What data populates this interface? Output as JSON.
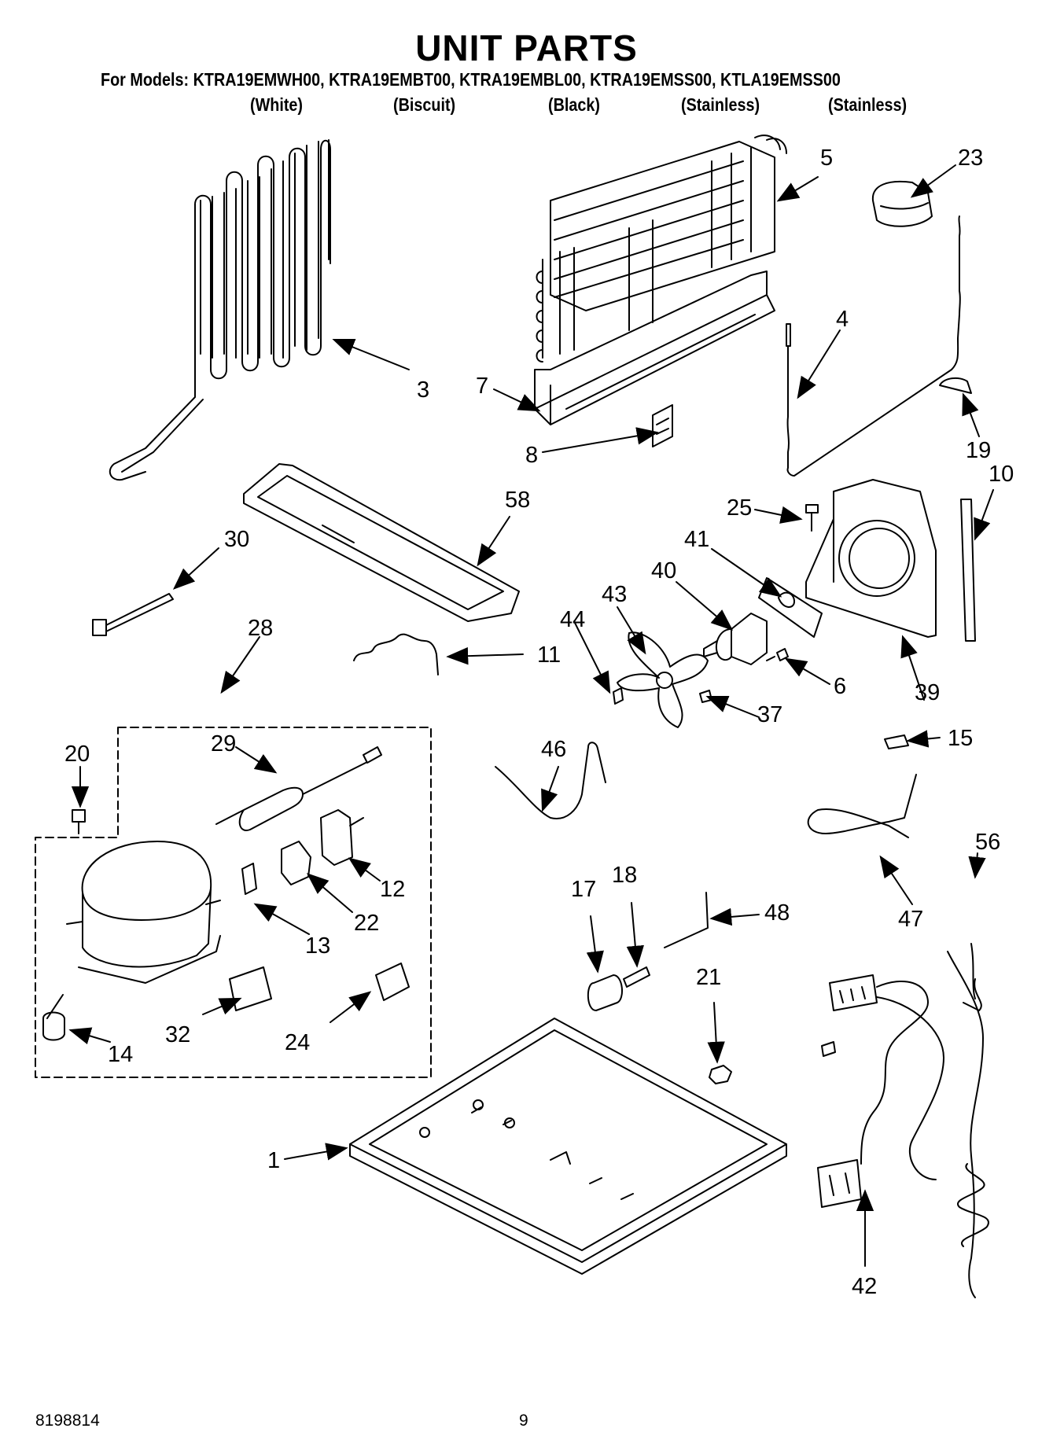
{
  "header": {
    "title": "UNIT PARTS",
    "models_line": "For Models: KTRA19EMWH00, KTRA19EMBT00, KTRA19EMBL00, KTRA19EMSS00, KTLA19EMSS00",
    "variants": [
      "(White)",
      "(Biscuit)",
      "(Black)",
      "(Stainless)",
      "(Stainless)"
    ]
  },
  "callouts": [
    "5",
    "23",
    "4",
    "3",
    "7",
    "8",
    "19",
    "10",
    "58",
    "25",
    "41",
    "30",
    "40",
    "43",
    "28",
    "44",
    "11",
    "6",
    "39",
    "37",
    "15",
    "29",
    "20",
    "46",
    "12",
    "22",
    "13",
    "47",
    "56",
    "18",
    "17",
    "48",
    "21",
    "32",
    "24",
    "14",
    "1",
    "42"
  ],
  "footer": {
    "doc_number": "8198814",
    "page_number": "9"
  }
}
